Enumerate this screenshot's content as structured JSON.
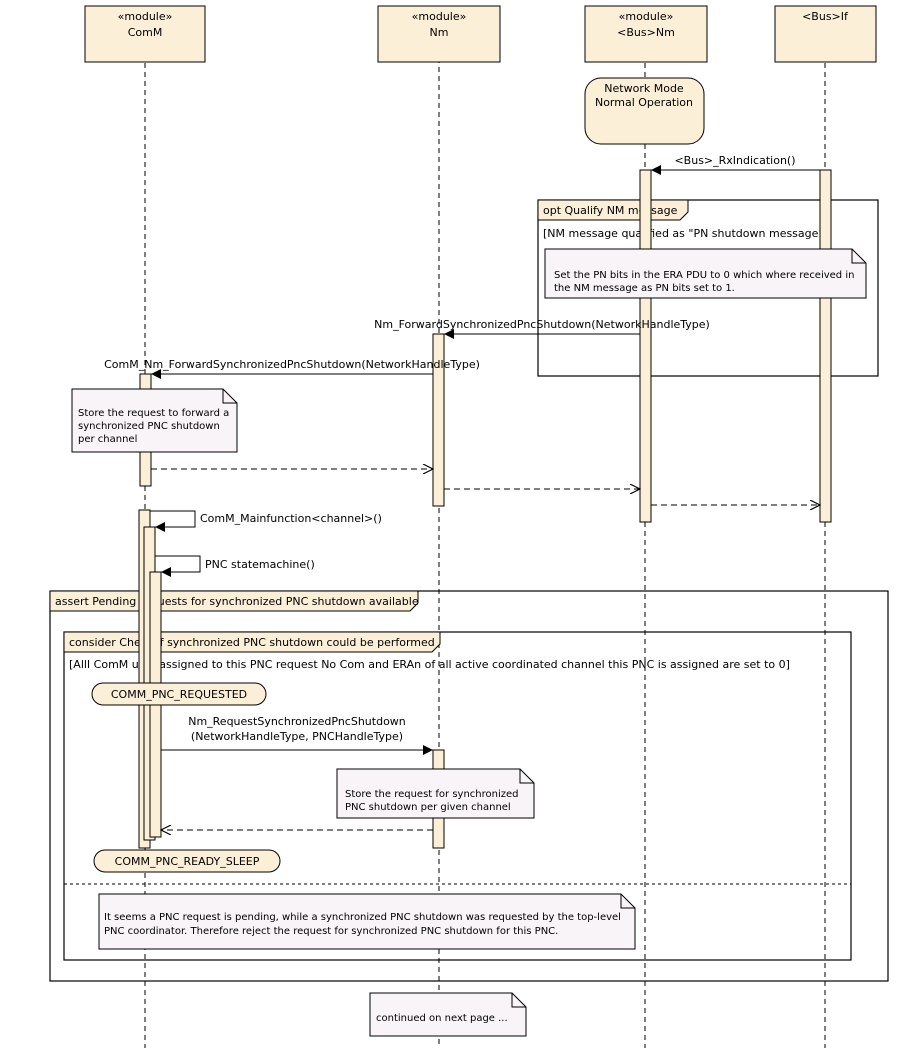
{
  "lifelines": [
    {
      "stereotype": "«module»",
      "name": "ComM"
    },
    {
      "stereotype": "«module»",
      "name": "Nm"
    },
    {
      "stereotype": "«module»",
      "name": "<Bus>Nm"
    },
    {
      "stereotype": "",
      "name": "<Bus>If"
    }
  ],
  "states": {
    "network_mode": [
      "Network Mode",
      "Normal Operation"
    ],
    "pnc_requested": "COMM_PNC_REQUESTED",
    "pnc_ready_sleep": "COMM_PNC_READY_SLEEP"
  },
  "messages": {
    "rx_indication": "<Bus>_RxIndication()",
    "nm_forward": "Nm_ForwardSynchronizedPncShutdown(NetworkHandleType)",
    "comm_forward": "ComM_Nm_ForwardSynchronizedPncShutdown(NetworkHandleType)",
    "mainfunction": "ComM_Mainfunction<channel>()",
    "pnc_statemachine": "PNC statemachine()",
    "nm_request": [
      "Nm_RequestSynchronizedPncShutdown",
      "(NetworkHandleType, PNCHandleType)"
    ]
  },
  "fragments": {
    "opt": {
      "label": "opt Qualify NM message",
      "guard": "[NM message qualified as \"PN shutdown message\"]"
    },
    "assert": {
      "label": "assert Pending requests for synchronized PNC shutdown available"
    },
    "consider": {
      "label": "consider Check if synchronized PNC shutdown could be performed",
      "guard": "[AllI ComM user assigned to this PNC request No Com and ERAn of all active coordinated channel this PNC is assigned are set to 0]"
    }
  },
  "notes": {
    "set_pn_bits": [
      "Set the PN bits in the ERA PDU to 0 which where received in",
      "the NM message as PN bits set to 1."
    ],
    "store_forward": [
      "Store the request to forward a",
      "synchronized PNC shutdown",
      "per channel"
    ],
    "store_sync": [
      "Store the request for synchronized",
      "PNC shutdown per given channel"
    ],
    "pending": [
      "It seems a PNC request is pending, while a synchronized PNC shutdown was requested by the top-level",
      "PNC coordinator. Therefore reject the request for synchronized PNC shutdown for this PNC."
    ],
    "continued": "continued on next page ..."
  }
}
